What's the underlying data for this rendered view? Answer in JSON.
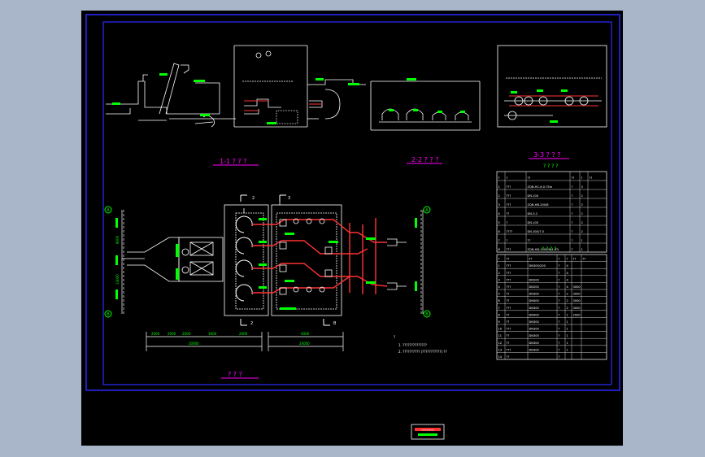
{
  "titles": {
    "section_1": "1-1 ? ? ?",
    "section_2": "2-2 ? ? ?",
    "section_3": "3-3 ? ? ?",
    "plan": "? ? ?",
    "table_1": "? ? ? ?",
    "table_2": "? ? ? ?"
  },
  "notes": {
    "marker": "?",
    "line_1": "1. ??????????????",
    "line_2": "2. ??????????  (???????????)  ??"
  },
  "axis_labels": {
    "a": "A",
    "b": "B"
  },
  "cut_labels": {
    "c2": "2",
    "c3": "3",
    "c2b": "2",
    "c3b": "B"
  },
  "plan_dims": {
    "row1": [
      "2000",
      "2000",
      "2000",
      "3000",
      "2000",
      "4000"
    ],
    "row2": [
      "20000",
      "24000"
    ],
    "right_1": "8000",
    "right_2": "14000"
  },
  "table1": {
    "header": [
      "?",
      "?",
      "??",
      "??",
      "?",
      "??"
    ],
    "rows": [
      [
        "1",
        "???",
        "ZQN-HC-6,0.75m",
        "?",
        "3",
        ""
      ],
      [
        "2",
        "???",
        "DN-100",
        "?",
        "2",
        ""
      ],
      [
        "3",
        "???",
        "ZQN-HB-200/6",
        "?",
        "2",
        ""
      ],
      [
        "4",
        "??",
        "DN-3.2",
        "?",
        "2",
        ""
      ],
      [
        "5",
        "?",
        "DN-100",
        "?",
        "2",
        ""
      ],
      [
        "6",
        "????",
        "DN-300/7.5",
        "?",
        "2",
        ""
      ],
      [
        "7",
        "?",
        "??",
        "?",
        "1",
        ""
      ],
      [
        "8",
        "???",
        "ZQN-HB-1000/6(4-6?)",
        "?",
        "1",
        ""
      ]
    ]
  },
  "table2": {
    "header": [
      "?",
      "??",
      "??",
      "?",
      "?",
      "??",
      "??"
    ],
    "rows": [
      [
        "1",
        "???",
        "DN300/200",
        "?",
        "4",
        "",
        ""
      ],
      [
        "2",
        "???",
        "",
        "?",
        "4",
        "",
        ""
      ],
      [
        "3",
        "???",
        "DN200",
        "?",
        "4",
        "",
        ""
      ],
      [
        "4",
        "???",
        "DN200",
        "?",
        "4",
        "3000",
        ""
      ],
      [
        "5",
        "??",
        "DN300",
        "?",
        "2",
        "3000",
        ""
      ],
      [
        "6",
        "??",
        "DN400",
        "?",
        "2",
        "3000",
        ""
      ],
      [
        "7",
        "???",
        "DN300",
        "?",
        "2",
        "3000",
        ""
      ],
      [
        "8",
        "??",
        "DN400",
        "?",
        "1",
        "2000",
        ""
      ],
      [
        "9",
        "??",
        "DN300",
        "?",
        "1",
        "",
        ""
      ],
      [
        "10",
        "???",
        "DN300",
        "?",
        "1",
        "",
        ""
      ],
      [
        "11",
        "??",
        "DN300",
        "?",
        "1",
        "",
        ""
      ],
      [
        "12",
        "??",
        "DN300",
        "?",
        "1",
        "",
        ""
      ],
      [
        "13",
        "???",
        "DN300",
        "?",
        "1",
        "",
        ""
      ],
      [
        "14",
        "??",
        "",
        "?",
        "",
        "",
        ""
      ]
    ]
  },
  "title_block": {
    "label": "??????????"
  },
  "colors": {
    "background": "#000000",
    "frame": "#2a2aff",
    "line": "#ffffff",
    "dim": "#00ff00",
    "title": "#ff00ff",
    "accent": "#ff3333",
    "yellow": "#ffff00",
    "cyan": "#00ffff"
  }
}
